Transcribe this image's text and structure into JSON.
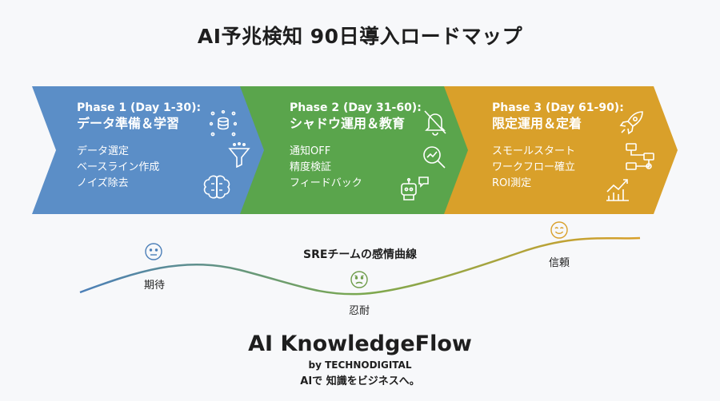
{
  "title": "AI予兆検知 90日導入ロードマップ",
  "phases": [
    {
      "title": "Phase 1 (Day 1-30):",
      "subtitle": "データ準備＆学習",
      "items": [
        "データ選定",
        "ベースライン作成",
        "ノイズ除去"
      ],
      "color": "#5b8ec7",
      "icons": [
        "database-network-icon",
        "funnel-icon",
        "brain-icon"
      ]
    },
    {
      "title": "Phase 2 (Day 31-60):",
      "subtitle": "シャドウ運用＆教育",
      "items": [
        "通知OFF",
        "精度検証",
        "フィードバック"
      ],
      "color": "#5aa54c",
      "icons": [
        "bell-off-icon",
        "magnifier-chart-icon",
        "robot-chat-icon"
      ]
    },
    {
      "title": "Phase 3 (Day 61-90):",
      "subtitle": "限定運用＆定着",
      "items": [
        "スモールスタート",
        "ワークフロー確立",
        "ROI測定"
      ],
      "color": "#d9a02a",
      "icons": [
        "rocket-icon",
        "workflow-icon",
        "growth-chart-icon"
      ]
    }
  ],
  "emotion_curve": {
    "title": "SREチームの感情曲線",
    "points": [
      {
        "label": "期待",
        "face": "neutral-face-icon"
      },
      {
        "label": "忍耐",
        "face": "worried-face-icon"
      },
      {
        "label": "信頼",
        "face": "smile-face-icon"
      }
    ],
    "gradient": [
      "#4c7fb8",
      "#7aa850",
      "#d9a02a"
    ]
  },
  "brand": {
    "name": "AI KnowledgeFlow",
    "by": "by TECHNODIGITAL",
    "tagline": "AIで 知識をビジネスへ。"
  }
}
